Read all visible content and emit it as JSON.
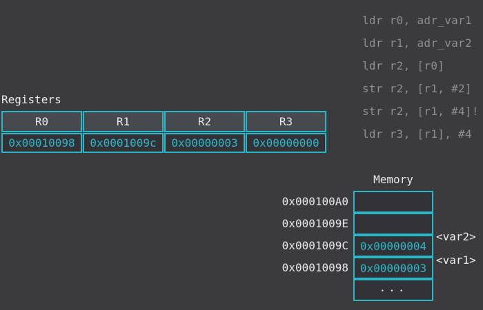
{
  "colors": {
    "background": "#3b3b3d",
    "accent_cyan": "#2ab8c9",
    "text_light": "#e8e8ea",
    "text_gray": "#8e8e90",
    "header_cell_bg": "#46494e",
    "cell_bg": "#323236"
  },
  "code": {
    "lines": [
      "ldr r0, adr_var1",
      "ldr r1, adr_var2",
      "ldr r2, [r0]",
      "str r2, [r1, #2]",
      "str r2, [r1, #4]!",
      "ldr r3, [r1], #4"
    ]
  },
  "registers": {
    "title": "Registers",
    "columns": [
      {
        "name": "R0",
        "value": "0x00010098"
      },
      {
        "name": "R1",
        "value": "0x0001009c"
      },
      {
        "name": "R2",
        "value": "0x00000003"
      },
      {
        "name": "R3",
        "value": "0x00000000"
      }
    ]
  },
  "memory": {
    "title": "Memory",
    "addresses": [
      "0x000100A0",
      "0x0001009E",
      "0x0001009C",
      "0x00010098"
    ],
    "cells": [
      "",
      "",
      "0x00000004",
      "0x00000003",
      "..."
    ],
    "annotations": [
      {
        "label": "<var2>",
        "row": 2
      },
      {
        "label": "<var1>",
        "row": 3
      }
    ]
  }
}
